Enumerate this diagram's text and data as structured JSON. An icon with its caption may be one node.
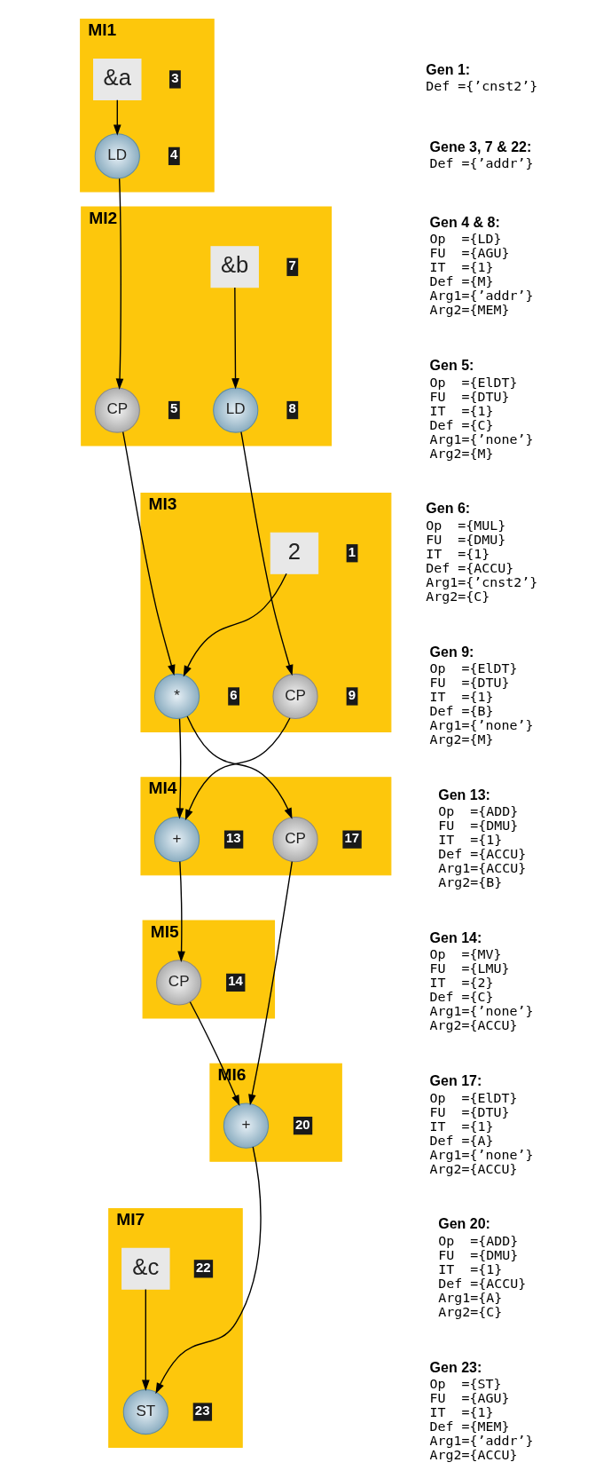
{
  "diagram": {
    "nodes": [
      {
        "text": [
          "MI1"
        ]
      },
      {
        "text": [
          "&a"
        ],
        "in": 0,
        "beside": [
          "3"
        ]
      },
      {
        "text": [
          "LD"
        ],
        "in": 0,
        "beside": [
          "4"
        ]
      },
      {
        "text": [
          "MI2"
        ]
      },
      {
        "text": [
          "&b"
        ],
        "in": 3,
        "beside": [
          "7"
        ]
      },
      {
        "text": [
          "CP"
        ],
        "in": 3,
        "beside": [
          "5"
        ]
      },
      {
        "text": [
          "LD"
        ],
        "in": 3,
        "beside": [
          "8"
        ]
      },
      {
        "text": [
          "MI3"
        ]
      },
      {
        "text": [
          "2"
        ],
        "in": 7,
        "beside": [
          "1"
        ]
      },
      {
        "text": [
          "CP"
        ],
        "in": 7,
        "beside": [
          "9"
        ]
      },
      {
        "text": [
          "*"
        ],
        "in": 7,
        "beside": [
          "6"
        ]
      },
      {
        "text": [
          "MI4"
        ]
      },
      {
        "text": [
          "+"
        ],
        "in": 11,
        "beside": [
          "13"
        ]
      },
      {
        "text": [
          "CP"
        ],
        "in": 11,
        "beside": [
          "17"
        ]
      },
      {
        "text": [
          "MI5"
        ]
      },
      {
        "text": [
          "CP"
        ],
        "in": 14,
        "beside": [
          "14"
        ]
      },
      {
        "text": [
          "MI6"
        ]
      },
      {
        "text": [
          "+"
        ],
        "in": 16,
        "beside": [
          "20"
        ]
      },
      {
        "text": [
          "MI7"
        ]
      },
      {
        "text": [
          "&c"
        ],
        "in": 18,
        "beside": [
          "22"
        ]
      },
      {
        "text": [
          "ST"
        ],
        "in": 18,
        "beside": [
          "23"
        ]
      }
    ],
    "edges": [
      {
        "from": 1,
        "to": 2,
        "arrow": "to"
      },
      {
        "from": 2,
        "to": 5,
        "arrow": "to"
      },
      {
        "from": 4,
        "to": 6,
        "arrow": "to"
      },
      {
        "from": 6,
        "to": 9,
        "arrow": "to"
      },
      {
        "from": 5,
        "to": 10,
        "arrow": "to"
      },
      {
        "from": 8,
        "to": 10,
        "arrow": "to"
      },
      {
        "from": 9,
        "to": 12,
        "arrow": "to"
      },
      {
        "from": 10,
        "to": 12,
        "arrow": "to"
      },
      {
        "from": 10,
        "to": 13,
        "arrow": "to"
      },
      {
        "from": 12,
        "to": 15,
        "arrow": "to"
      },
      {
        "from": 15,
        "to": 17,
        "arrow": "to"
      },
      {
        "from": 13,
        "to": 17,
        "arrow": "to"
      },
      {
        "from": 17,
        "to": 20,
        "arrow": "to"
      },
      {
        "from": 19,
        "to": 20,
        "arrow": "to"
      }
    ],
    "labels": [
      "Gen 1:",
      "Def ={’cnst2’}",
      "Gene 3, 7 & 22:",
      "Def ={’addr’}",
      "Gen 4 & 8:",
      "Op  ={LD}",
      "FU  ={AGU}",
      "IT  ={1}",
      "Def ={M}",
      "Arg1={’addr’}",
      "Arg2={MEM}",
      "Gen 5:",
      "Op  ={ElDT}",
      "FU  ={DTU}",
      "IT  ={1}",
      "Def ={C}",
      "Arg1={’none’}",
      "Arg2={M}",
      "Gen 6:",
      "Op  ={MUL}",
      "FU  ={DMU}",
      "IT  ={1}",
      "Def ={ACCU}",
      "Arg1={’cnst2’}",
      "Arg2={C}",
      "Gen 9:",
      "Op  ={ElDT}",
      "FU  ={DTU}",
      "IT  ={1}",
      "Def ={B}",
      "Arg1={’none’}",
      "Arg2={M}",
      "Gen 13:",
      "Op  ={ADD}",
      "FU  ={DMU}",
      "IT  ={1}",
      "Def ={ACCU}",
      "Arg1={ACCU}",
      "Arg2={B}",
      "Gen 14:",
      "Op  ={MV}",
      "FU  ={LMU}",
      "IT  ={2}",
      "Def ={C}",
      "Arg1={’none’}",
      "Arg2={ACCU}",
      "Gen 17:",
      "Op  ={ElDT}",
      "FU  ={DTU}",
      "IT  ={1}",
      "Def ={A}",
      "Arg1={’none’}",
      "Arg2={ACCU}",
      "Gen 20:",
      "Op  ={ADD}",
      "FU  ={DMU}",
      "IT  ={1}",
      "Def ={ACCU}",
      "Arg1={A}",
      "Arg2={C}",
      "Gen 23:",
      "Op  ={ST}",
      "FU  ={AGU}",
      "IT  ={1}",
      "Def ={MEM}",
      "Arg1={’addr’}",
      "Arg2={ACCU}"
    ]
  }
}
